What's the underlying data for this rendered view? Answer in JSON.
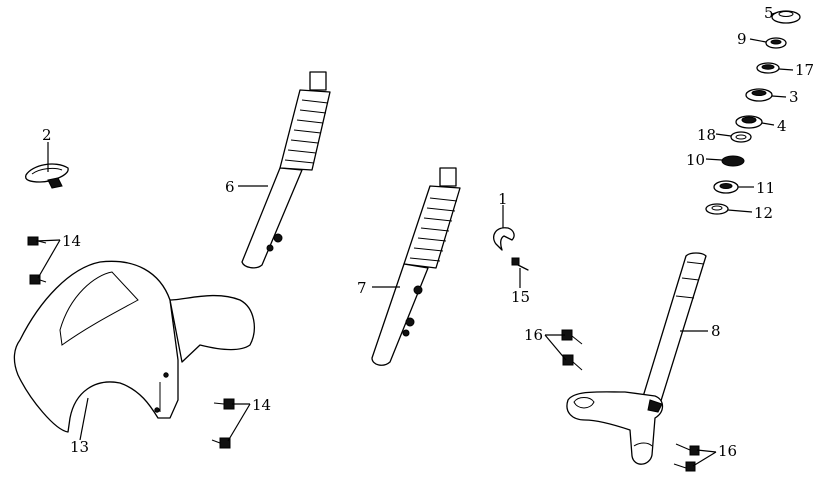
{
  "diagram": {
    "type": "exploded-parts-diagram",
    "line_color": "#000000",
    "background": "#ffffff",
    "callouts": {
      "c1": "1",
      "c2": "2",
      "c3": "3",
      "c4": "4",
      "c5": "5",
      "c6": "6",
      "c7": "7",
      "c8": "8",
      "c9": "9",
      "c10": "10",
      "c11": "11",
      "c12": "12",
      "c13": "13",
      "c14a": "14",
      "c14b": "14",
      "c15": "15",
      "c16a": "16",
      "c16b": "16",
      "c17": "17",
      "c18": "18"
    }
  }
}
